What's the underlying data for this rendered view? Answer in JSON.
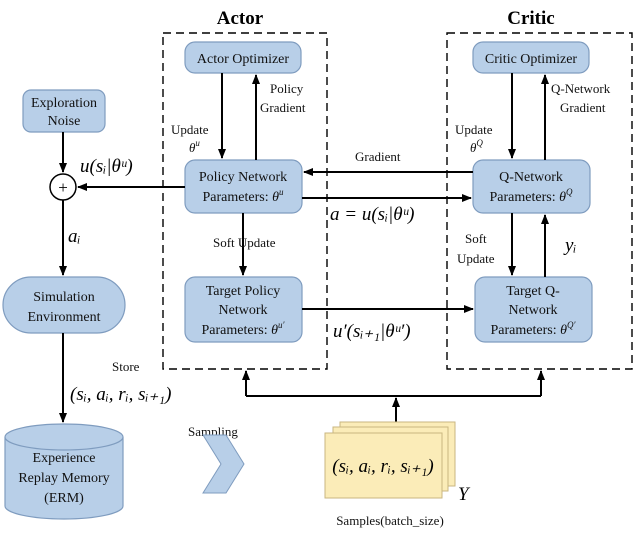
{
  "titles": {
    "actor": "Actor",
    "critic": "Critic"
  },
  "boxes": {
    "actor_optimizer": "Actor Optimizer",
    "critic_optimizer": "Critic Optimizer",
    "exploration_noise": [
      "Exploration",
      "Noise"
    ],
    "policy_network": {
      "line1": "Policy Network",
      "text": "Parameters:",
      "sym": "θ",
      "sup": "u"
    },
    "q_network": {
      "line1": "Q-Network",
      "text": "Parameters:",
      "sym": "θ",
      "sup": "Q"
    },
    "target_policy": {
      "line1": "Target Policy",
      "line2": "Network",
      "text": "Parameters:",
      "sym": "θ",
      "sup": "u′"
    },
    "target_q": {
      "line1": "Target Q-",
      "line2": "Network",
      "text": "Parameters:",
      "sym": "θ",
      "sup": "Q′"
    },
    "simulation_env": [
      "Simulation",
      "Environment"
    ],
    "erm": [
      "Experience",
      "Replay Memory",
      "(ERM)"
    ]
  },
  "labels": {
    "policy_gradient": [
      "Policy",
      "Gradient"
    ],
    "q_network_gradient": [
      "Q-Network",
      "Gradient"
    ],
    "update_actor": {
      "text": "Update",
      "sym": "θ",
      "sup": "u"
    },
    "update_critic": {
      "text": "Update",
      "sym": "θ",
      "sup": "Q"
    },
    "soft_update_actor": "Soft Update",
    "soft_update_critic": [
      "Soft",
      "Update"
    ],
    "gradient": "Gradient",
    "store": "Store",
    "sampling": "Sampling",
    "samples": "Samples(batch_size)",
    "plus": "+"
  },
  "math": {
    "policy_output": "u(sᵢ|θᵘ)",
    "action": "aᵢ",
    "action_to_critic": "a = u(sᵢ|θᵘ)",
    "target_action": "u′(sᵢ₊₁|θᵘ′)",
    "y": "yᵢ",
    "transition": "(sᵢ, aᵢ, rᵢ, sᵢ₊₁)",
    "sample_tuple": "(sᵢ, aᵢ, rᵢ, sᵢ₊₁)",
    "batch": "Y"
  },
  "colors": {
    "box_fill": "#b8cfe8",
    "card_fill": "#fbecb8"
  }
}
